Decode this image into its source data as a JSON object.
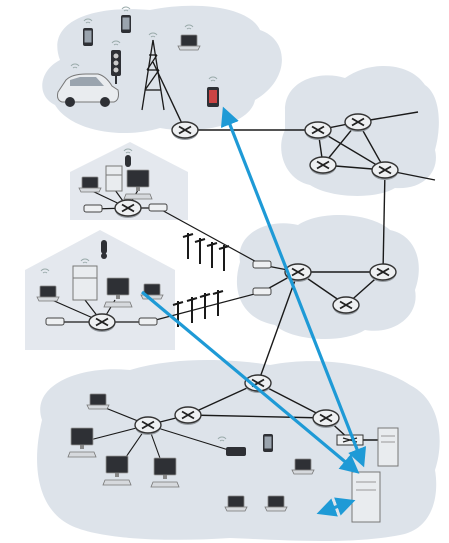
{
  "colors": {
    "cloud": "#dde3ea",
    "house": "#e4e8ee",
    "link": "#1a1a1a",
    "router_fill": "#eef0f2",
    "router_stroke": "#333333",
    "arrow": "#1e9ad6",
    "device_dark": "#2e3035",
    "device_light": "#d6d9dd"
  },
  "networks": [
    {
      "id": "mobile-network"
    },
    {
      "id": "global-isp"
    },
    {
      "id": "regional-isp"
    },
    {
      "id": "home-network-1"
    },
    {
      "id": "home-network-2"
    },
    {
      "id": "enterprise-network"
    }
  ],
  "arrows": [
    {
      "id": "mobile-to-server",
      "from": "smartphone",
      "to": "enterprise-server",
      "heads": "both"
    },
    {
      "id": "home-laptop-to-server",
      "from": "home-laptop",
      "to": "enterprise-server",
      "heads": "end"
    },
    {
      "id": "laptop-to-server",
      "from": "enterprise-laptop",
      "to": "enterprise-server",
      "heads": "both"
    }
  ]
}
